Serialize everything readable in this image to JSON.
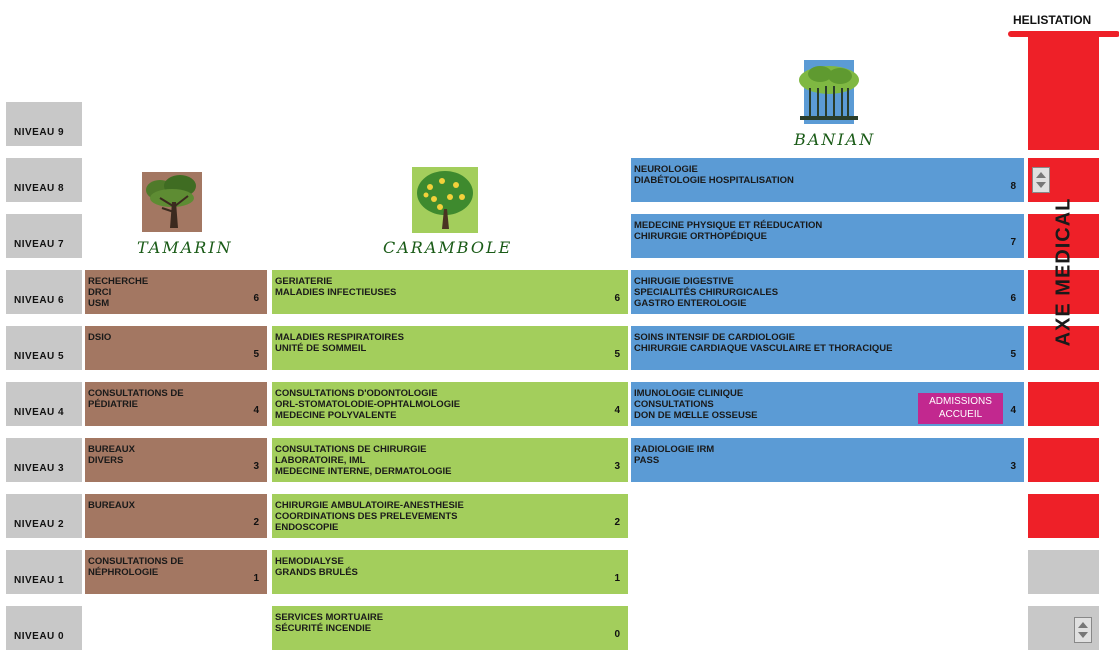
{
  "helistation": "HELISTATION",
  "axe_label": "AXE MEDICAL",
  "buildings": {
    "tamarin": "TAMARIN",
    "carambole": "CARAMBOLE",
    "banian": "BANIAN"
  },
  "levels": [
    "NIVEAU 9",
    "NIVEAU 8",
    "NIVEAU 7",
    "NIVEAU 6",
    "NIVEAU 5",
    "NIVEAU 4",
    "NIVEAU 3",
    "NIVEAU 2",
    "NIVEAU 1",
    "NIVEAU 0"
  ],
  "tamarin": [
    {
      "text": "RECHERCHE\nDRCI\nUSM",
      "num": "6"
    },
    {
      "text": "DSIO",
      "num": "5"
    },
    {
      "text": "CONSULTATIONS DE\nPÉDIATRIE",
      "num": "4"
    },
    {
      "text": "BUREAUX\nDIVERS",
      "num": "3"
    },
    {
      "text": "BUREAUX",
      "num": "2"
    },
    {
      "text": "CONSULTATIONS DE\nNÉPHROLOGIE",
      "num": "1"
    }
  ],
  "carambole": [
    {
      "text": "GERIATERIE\nMALADIES INFECTIEUSES",
      "num": "6"
    },
    {
      "text": "MALADIES RESPIRATOIRES\nUNITÉ DE SOMMEIL",
      "num": "5"
    },
    {
      "text": "CONSULTATIONS D'ODONTOLOGIE\nORL-STOMATOLODIE-OPHTALMOLOGIE\nMEDECINE POLYVALENTE",
      "num": "4"
    },
    {
      "text": "CONSULTATIONS DE CHIRURGIE\nLABORATOIRE, IML\nMEDECINE INTERNE, DERMATOLOGIE",
      "num": "3"
    },
    {
      "text": "CHIRURGIE AMBULATOIRE-ANESTHESIE\nCOORDINATIONS DES PRELEVEMENTS\nENDOSCOPIE",
      "num": "2"
    },
    {
      "text": "HEMODIALYSE\nGRANDS BRULÉS",
      "num": "1"
    },
    {
      "text": "SERVICES MORTUAIRE\nSÉCURITÉ INCENDIE",
      "num": "0"
    }
  ],
  "banian": [
    {
      "text": "NEUROLOGIE\nDIABÉTOLOGIE HOSPITALISATION",
      "num": "8"
    },
    {
      "text": "MEDECINE PHYSIQUE ET RÉEDUCATION\nCHIRURGIE ORTHOPÉDIQUE",
      "num": "7"
    },
    {
      "text": "CHIRUGIE DIGESTIVE\nSPECIALITÉS CHIRURGICALES\nGASTRO ENTEROLOGIE",
      "num": "6"
    },
    {
      "text": "SOINS INTENSIF DE CARDIOLOGIE\nCHIRURGIE CARDIAQUE VASCULAIRE ET THORACIQUE",
      "num": "5"
    },
    {
      "text": "IMUNOLOGIE CLINIQUE\nCONSULTATIONS\nDON DE MŒLLE OSSEUSE",
      "num": "4"
    },
    {
      "text": "RADIOLOGIE IRM\nPASS",
      "num": "3"
    }
  ],
  "admissions": {
    "line1": "ADMISSIONS",
    "line2": "ACCUEIL"
  },
  "colors": {
    "tamarin": "#a37762",
    "carambole": "#a3ce5c",
    "banian": "#5b9bd5",
    "axe": "#ee2028",
    "level": "#c8c8c8",
    "admissions": "#c2288f"
  }
}
